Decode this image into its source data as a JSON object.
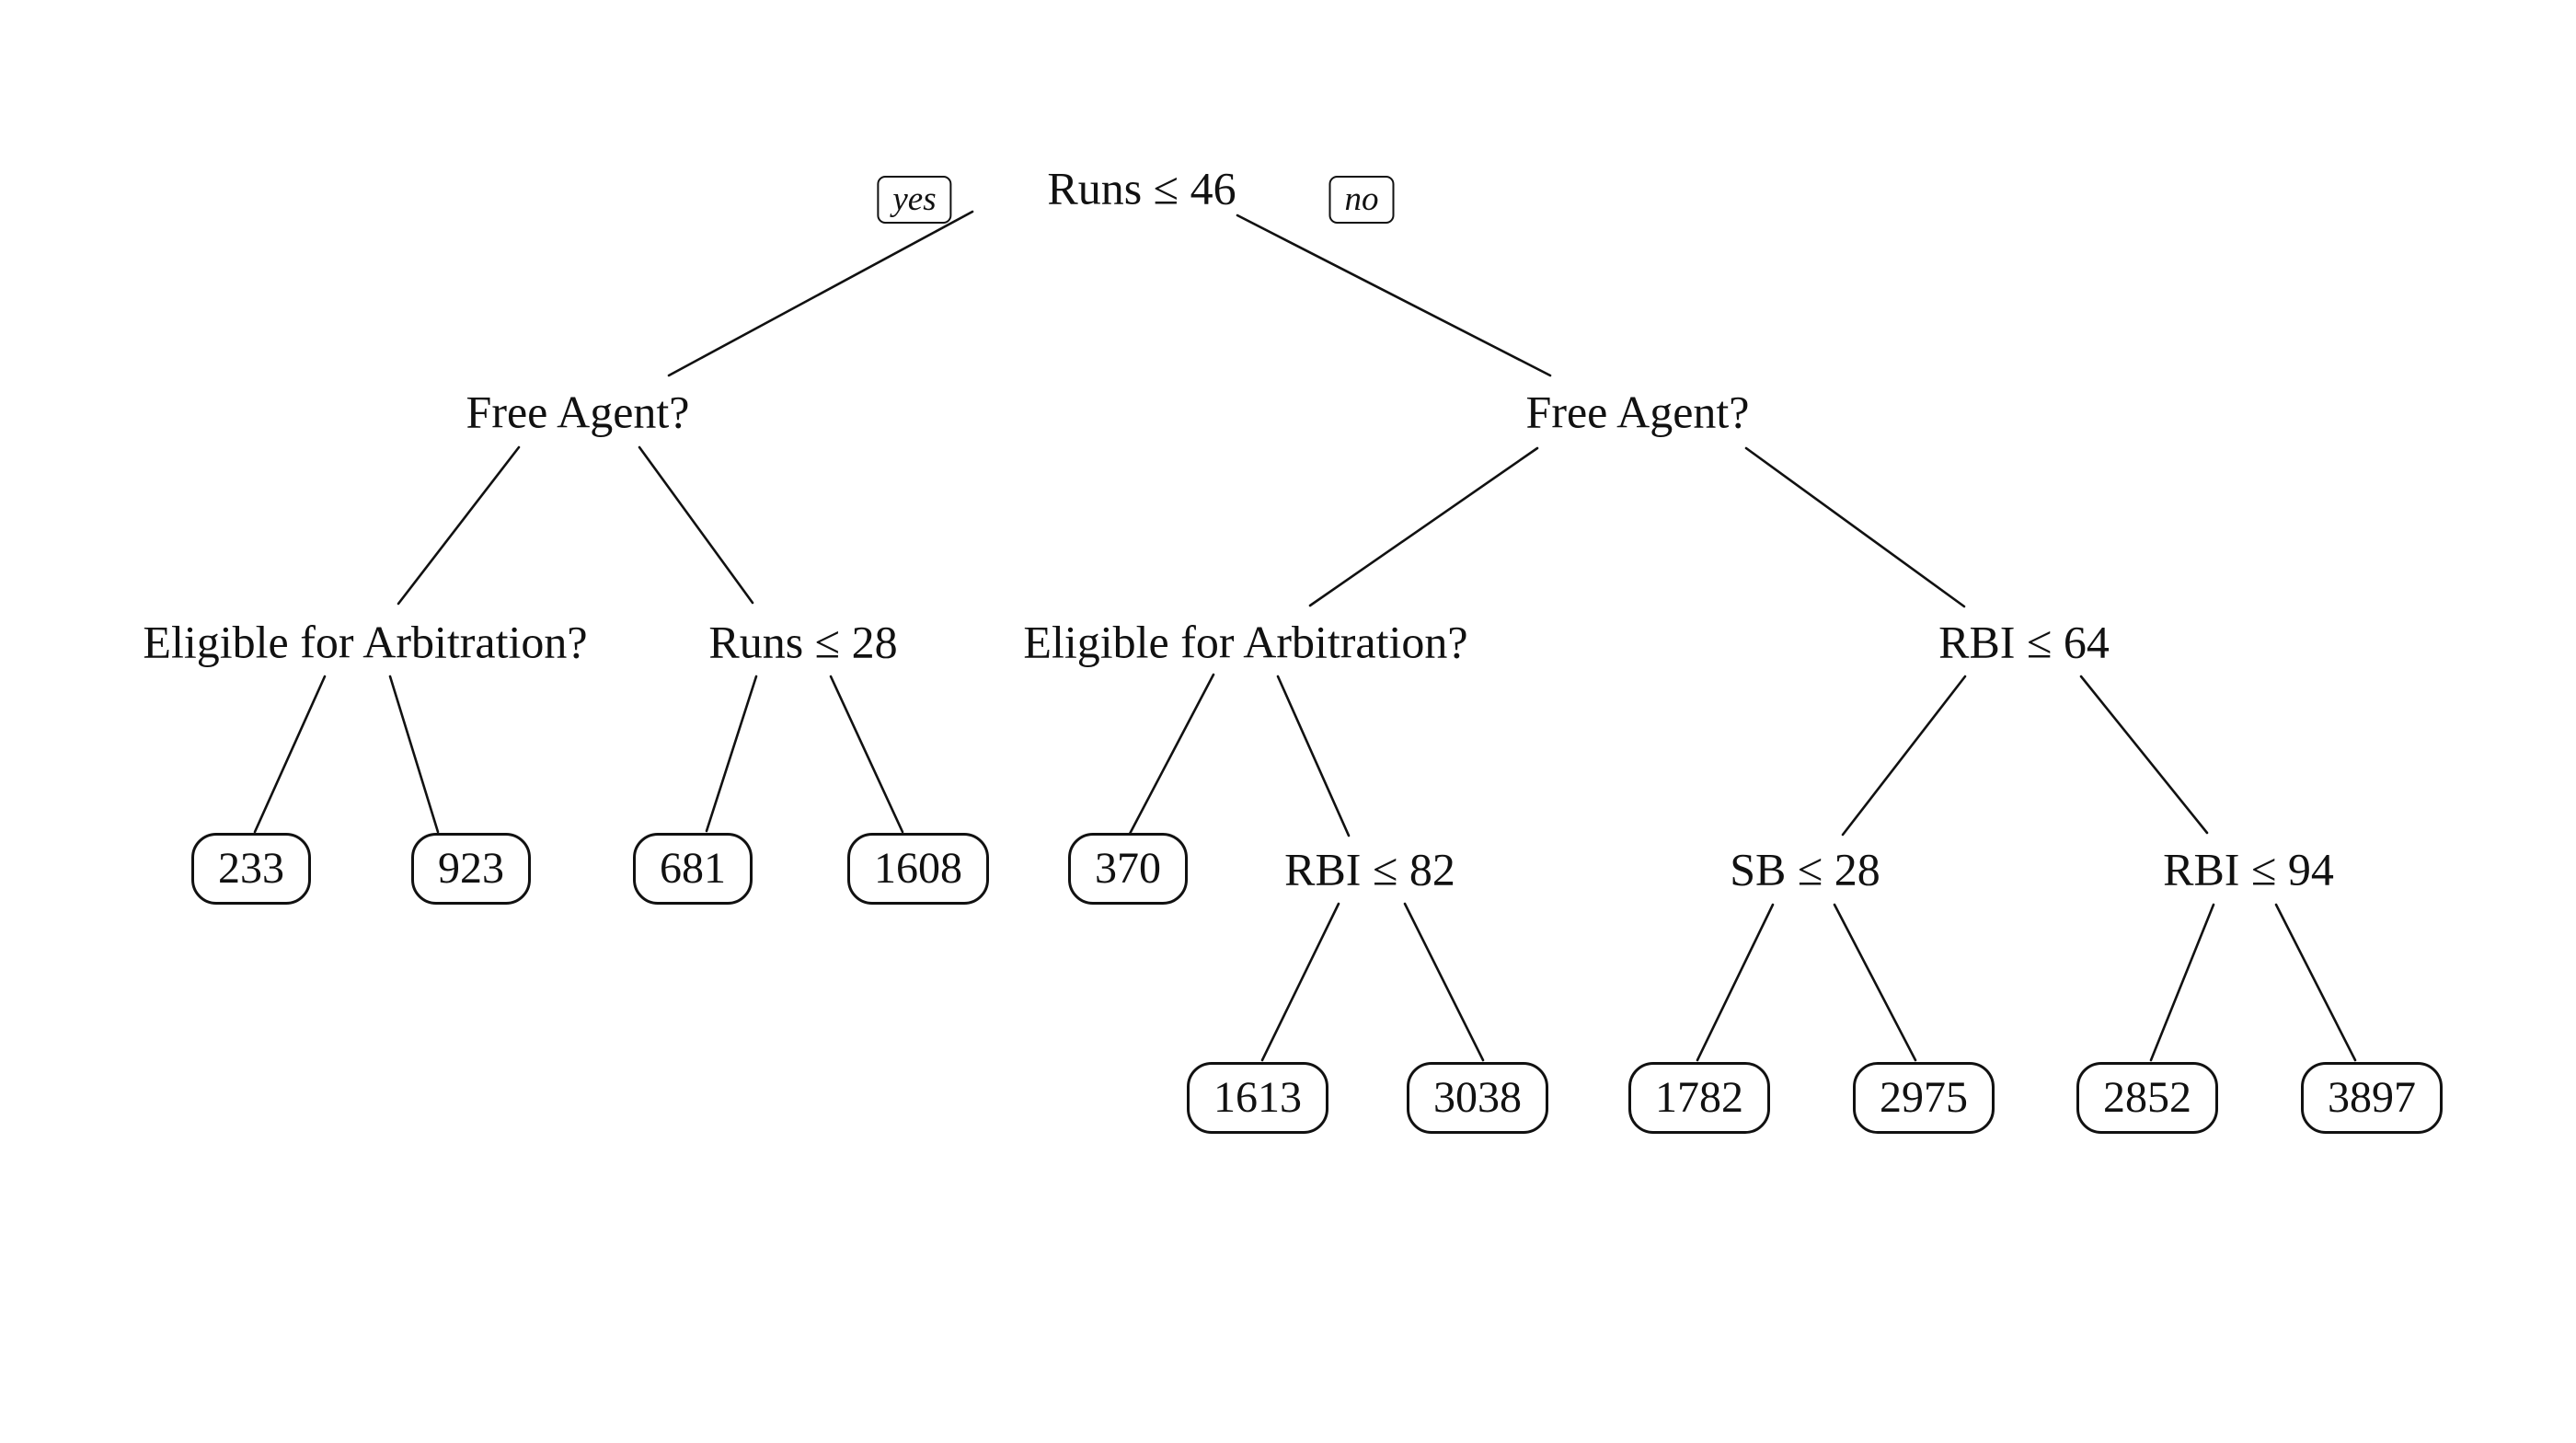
{
  "diagram": {
    "type": "decision-tree",
    "description": "Binary decision tree with yes (left) and no (right) branches",
    "colors": {
      "ink": "#111111",
      "background": "#ffffff"
    },
    "edge_labels": {
      "yes": "yes",
      "no": "no"
    },
    "tree": {
      "label": "Runs ≤ 46",
      "kind": "decision",
      "yes": {
        "label": "Free Agent?",
        "kind": "decision",
        "yes": {
          "label": "Eligible for Arbitration?",
          "kind": "decision",
          "yes": {
            "label": "233",
            "kind": "leaf"
          },
          "no": {
            "label": "923",
            "kind": "leaf"
          }
        },
        "no": {
          "label": "Runs ≤ 28",
          "kind": "decision",
          "yes": {
            "label": "681",
            "kind": "leaf"
          },
          "no": {
            "label": "1608",
            "kind": "leaf"
          }
        }
      },
      "no": {
        "label": "Free Agent?",
        "kind": "decision",
        "yes": {
          "label": "Eligible for Arbitration?",
          "kind": "decision",
          "yes": {
            "label": "370",
            "kind": "leaf"
          },
          "no": {
            "label": "RBI ≤ 82",
            "kind": "decision",
            "yes": {
              "label": "1613",
              "kind": "leaf"
            },
            "no": {
              "label": "3038",
              "kind": "leaf"
            }
          }
        },
        "no": {
          "label": "RBI ≤ 64",
          "kind": "decision",
          "yes": {
            "label": "SB ≤ 28",
            "kind": "decision",
            "yes": {
              "label": "1782",
              "kind": "leaf"
            },
            "no": {
              "label": "2975",
              "kind": "leaf"
            }
          },
          "no": {
            "label": "RBI ≤ 94",
            "kind": "decision",
            "yes": {
              "label": "2852",
              "kind": "leaf"
            },
            "no": {
              "label": "3897",
              "kind": "leaf"
            }
          }
        }
      }
    }
  }
}
